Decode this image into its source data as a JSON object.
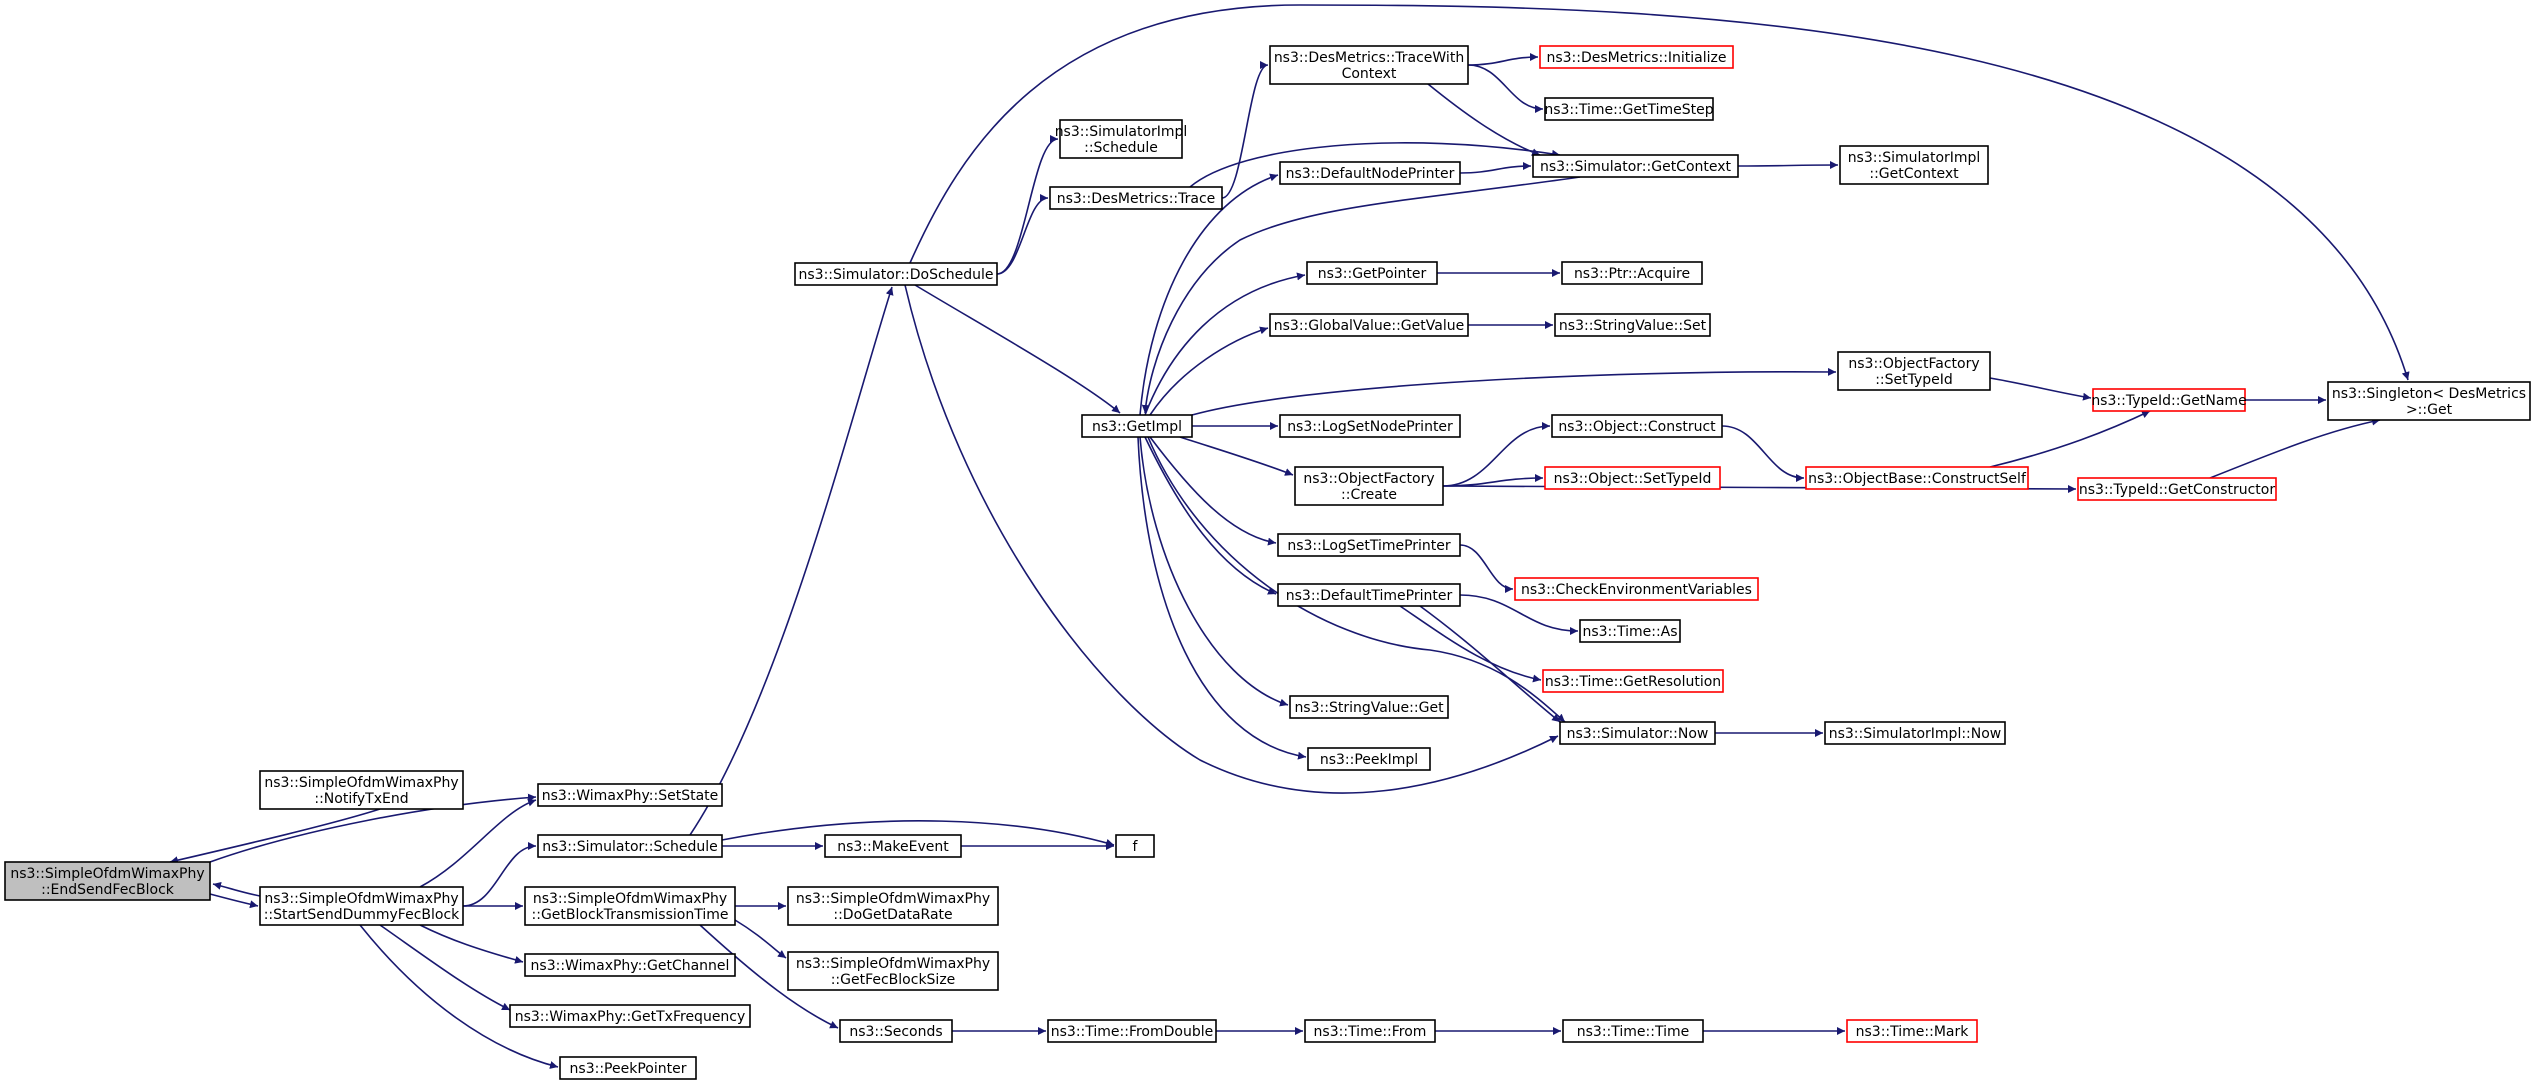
{
  "colors": {
    "edge": "#191970",
    "node_border": "#000000",
    "node_fill": "#ffffff",
    "root_fill": "#bfbfbf",
    "truncated_border": "#ff0000"
  },
  "nodes": [
    {
      "id": "root",
      "lines": [
        "ns3::SimpleOfdmWimaxPhy",
        "::EndSendFecBlock"
      ],
      "root": true
    },
    {
      "id": "notifytxend",
      "lines": [
        "ns3::SimpleOfdmWimaxPhy",
        "::NotifyTxEnd"
      ]
    },
    {
      "id": "setstate",
      "lines": [
        "ns3::WimaxPhy::SetState"
      ]
    },
    {
      "id": "startsenddummy",
      "lines": [
        "ns3::SimpleOfdmWimaxPhy",
        "::StartSendDummyFecBlock"
      ]
    },
    {
      "id": "simschedule",
      "lines": [
        "ns3::Simulator::Schedule"
      ]
    },
    {
      "id": "getblocktx",
      "lines": [
        "ns3::SimpleOfdmWimaxPhy",
        "::GetBlockTransmissionTime"
      ]
    },
    {
      "id": "getchannel",
      "lines": [
        "ns3::WimaxPhy::GetChannel"
      ]
    },
    {
      "id": "gettxfreq",
      "lines": [
        "ns3::WimaxPhy::GetTxFrequency"
      ]
    },
    {
      "id": "peekpointer",
      "lines": [
        "ns3::PeekPointer"
      ]
    },
    {
      "id": "doschedule",
      "lines": [
        "ns3::Simulator::DoSchedule"
      ]
    },
    {
      "id": "makeevent",
      "lines": [
        "ns3::MakeEvent"
      ]
    },
    {
      "id": "f",
      "lines": [
        "f"
      ]
    },
    {
      "id": "dogetdatarate",
      "lines": [
        "ns3::SimpleOfdmWimaxPhy",
        "::DoGetDataRate"
      ]
    },
    {
      "id": "getfecblocksize",
      "lines": [
        "ns3::SimpleOfdmWimaxPhy",
        "::GetFecBlockSize"
      ]
    },
    {
      "id": "seconds",
      "lines": [
        "ns3::Seconds"
      ]
    },
    {
      "id": "fromdouble",
      "lines": [
        "ns3::Time::FromDouble"
      ]
    },
    {
      "id": "from",
      "lines": [
        "ns3::Time::From"
      ]
    },
    {
      "id": "timetime",
      "lines": [
        "ns3::Time::Time"
      ]
    },
    {
      "id": "timemark",
      "lines": [
        "ns3::Time::Mark"
      ],
      "truncated": true
    },
    {
      "id": "implschedule",
      "lines": [
        "ns3::SimulatorImpl",
        "::Schedule"
      ]
    },
    {
      "id": "desmetricstrace",
      "lines": [
        "ns3::DesMetrics::Trace"
      ]
    },
    {
      "id": "getimpl",
      "lines": [
        "ns3::GetImpl"
      ]
    },
    {
      "id": "tracewithcontext",
      "lines": [
        "ns3::DesMetrics::TraceWith",
        "Context"
      ]
    },
    {
      "id": "dminitialize",
      "lines": [
        "ns3::DesMetrics::Initialize"
      ],
      "truncated": true
    },
    {
      "id": "gettimestep",
      "lines": [
        "ns3::Time::GetTimeStep"
      ]
    },
    {
      "id": "getcontext",
      "lines": [
        "ns3::Simulator::GetContext"
      ]
    },
    {
      "id": "implgetcontext",
      "lines": [
        "ns3::SimulatorImpl",
        "::GetContext"
      ]
    },
    {
      "id": "defaultnodeprinter",
      "lines": [
        "ns3::DefaultNodePrinter"
      ]
    },
    {
      "id": "getpointer",
      "lines": [
        "ns3::GetPointer"
      ]
    },
    {
      "id": "ptracquire",
      "lines": [
        "ns3::Ptr::Acquire"
      ]
    },
    {
      "id": "globalvaluegetvalue",
      "lines": [
        "ns3::GlobalValue::GetValue"
      ]
    },
    {
      "id": "stringvalueset",
      "lines": [
        "ns3::StringValue::Set"
      ]
    },
    {
      "id": "ofsettypeid",
      "lines": [
        "ns3::ObjectFactory",
        "::SetTypeId"
      ]
    },
    {
      "id": "typeidgetname",
      "lines": [
        "ns3::TypeId::GetName"
      ],
      "truncated": true
    },
    {
      "id": "singletonget",
      "lines": [
        "ns3::Singleton< DesMetrics",
        ">::Get"
      ]
    },
    {
      "id": "logsetnodeprinter",
      "lines": [
        "ns3::LogSetNodePrinter"
      ]
    },
    {
      "id": "objectconstruct",
      "lines": [
        "ns3::Object::Construct"
      ]
    },
    {
      "id": "constructself",
      "lines": [
        "ns3::ObjectBase::ConstructSelf"
      ],
      "truncated": true
    },
    {
      "id": "ofcreate",
      "lines": [
        "ns3::ObjectFactory",
        "::Create"
      ]
    },
    {
      "id": "objectsettypeid",
      "lines": [
        "ns3::Object::SetTypeId"
      ],
      "truncated": true
    },
    {
      "id": "getconstructor",
      "lines": [
        "ns3::TypeId::GetConstructor"
      ],
      "truncated": true
    },
    {
      "id": "logsettimeprinter",
      "lines": [
        "ns3::LogSetTimePrinter"
      ]
    },
    {
      "id": "checkenv",
      "lines": [
        "ns3::CheckEnvironmentVariables"
      ],
      "truncated": true
    },
    {
      "id": "defaulttimeprinter",
      "lines": [
        "ns3::DefaultTimePrinter"
      ]
    },
    {
      "id": "timeas",
      "lines": [
        "ns3::Time::As"
      ]
    },
    {
      "id": "getresolution",
      "lines": [
        "ns3::Time::GetResolution"
      ],
      "truncated": true
    },
    {
      "id": "stringvalueget",
      "lines": [
        "ns3::StringValue::Get"
      ]
    },
    {
      "id": "simnow",
      "lines": [
        "ns3::Simulator::Now"
      ]
    },
    {
      "id": "implnow",
      "lines": [
        "ns3::SimulatorImpl::Now"
      ]
    },
    {
      "id": "peekimpl",
      "lines": [
        "ns3::PeekImpl"
      ]
    }
  ],
  "edges": [
    [
      "notifytxend",
      "root"
    ],
    [
      "root",
      "setstate"
    ],
    [
      "root",
      "startsenddummy"
    ],
    [
      "startsenddummy",
      "root"
    ],
    [
      "startsenddummy",
      "setstate"
    ],
    [
      "startsenddummy",
      "simschedule"
    ],
    [
      "startsenddummy",
      "getblocktx"
    ],
    [
      "startsenddummy",
      "getchannel"
    ],
    [
      "startsenddummy",
      "gettxfreq"
    ],
    [
      "startsenddummy",
      "peekpointer"
    ],
    [
      "simschedule",
      "doschedule"
    ],
    [
      "simschedule",
      "makeevent"
    ],
    [
      "simschedule",
      "f"
    ],
    [
      "makeevent",
      "f"
    ],
    [
      "getblocktx",
      "dogetdatarate"
    ],
    [
      "getblocktx",
      "getfecblocksize"
    ],
    [
      "getblocktx",
      "seconds"
    ],
    [
      "seconds",
      "fromdouble"
    ],
    [
      "fromdouble",
      "from"
    ],
    [
      "from",
      "timetime"
    ],
    [
      "timetime",
      "timemark"
    ],
    [
      "doschedule",
      "implschedule"
    ],
    [
      "doschedule",
      "desmetricstrace"
    ],
    [
      "doschedule",
      "getimpl"
    ],
    [
      "doschedule",
      "simnow"
    ],
    [
      "doschedule",
      "singletonget"
    ],
    [
      "desmetricstrace",
      "tracewithcontext"
    ],
    [
      "desmetricstrace",
      "getcontext"
    ],
    [
      "tracewithcontext",
      "dminitialize"
    ],
    [
      "tracewithcontext",
      "gettimestep"
    ],
    [
      "tracewithcontext",
      "getcontext"
    ],
    [
      "getcontext",
      "implgetcontext"
    ],
    [
      "getcontext",
      "getimpl"
    ],
    [
      "getimpl",
      "defaultnodeprinter"
    ],
    [
      "getimpl",
      "getpointer"
    ],
    [
      "getimpl",
      "globalvaluegetvalue"
    ],
    [
      "getimpl",
      "ofsettypeid"
    ],
    [
      "getimpl",
      "logsetnodeprinter"
    ],
    [
      "getimpl",
      "ofcreate"
    ],
    [
      "getimpl",
      "logsettimeprinter"
    ],
    [
      "getimpl",
      "defaulttimeprinter"
    ],
    [
      "getimpl",
      "stringvalueget"
    ],
    [
      "getimpl",
      "peekimpl"
    ],
    [
      "getimpl",
      "simnow"
    ],
    [
      "defaultnodeprinter",
      "getcontext"
    ],
    [
      "getpointer",
      "ptracquire"
    ],
    [
      "globalvaluegetvalue",
      "stringvalueset"
    ],
    [
      "ofsettypeid",
      "typeidgetname"
    ],
    [
      "typeidgetname",
      "singletonget"
    ],
    [
      "ofcreate",
      "objectconstruct"
    ],
    [
      "ofcreate",
      "objectsettypeid"
    ],
    [
      "ofcreate",
      "getconstructor"
    ],
    [
      "objectconstruct",
      "constructself"
    ],
    [
      "constructself",
      "typeidgetname"
    ],
    [
      "getconstructor",
      "singletonget"
    ],
    [
      "logsettimeprinter",
      "checkenv"
    ],
    [
      "defaulttimeprinter",
      "timeas"
    ],
    [
      "defaulttimeprinter",
      "getresolution"
    ],
    [
      "defaulttimeprinter",
      "simnow"
    ],
    [
      "simnow",
      "implnow"
    ]
  ]
}
